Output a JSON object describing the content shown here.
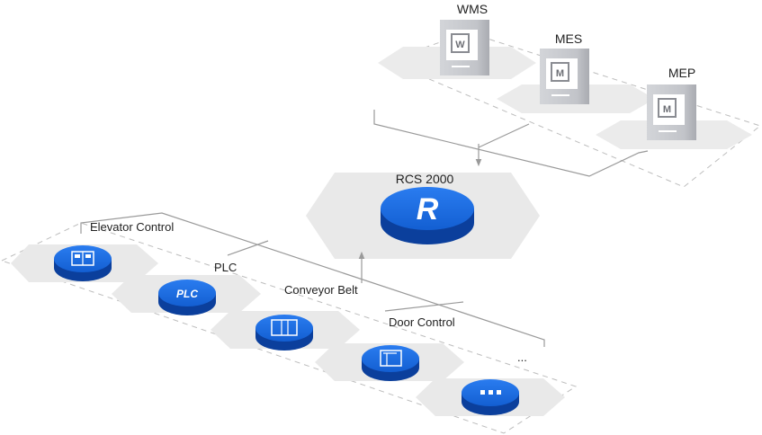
{
  "systems": [
    {
      "label": "WMS",
      "icon_letter": "W"
    },
    {
      "label": "MES",
      "icon_letter": "M"
    },
    {
      "label": "MEP",
      "icon_letter": "M"
    }
  ],
  "rcs": {
    "label": "RCS 2000",
    "icon_letter": "R"
  },
  "devices": [
    {
      "label": "Elevator Control",
      "icon": "elevator-icon"
    },
    {
      "label": "PLC",
      "icon": "plc-icon",
      "icon_text": "PLC"
    },
    {
      "label": "Conveyor Belt",
      "icon": "conveyor-icon"
    },
    {
      "label": "Door Control",
      "icon": "door-icon"
    },
    {
      "label": "...",
      "icon": "more-icon"
    }
  ],
  "colors": {
    "blue": "#1565d8",
    "blue_dark": "#0b3f9c",
    "platform": "#e9e9e9",
    "server": "#c4c6cb",
    "line": "#9a9a9a"
  }
}
